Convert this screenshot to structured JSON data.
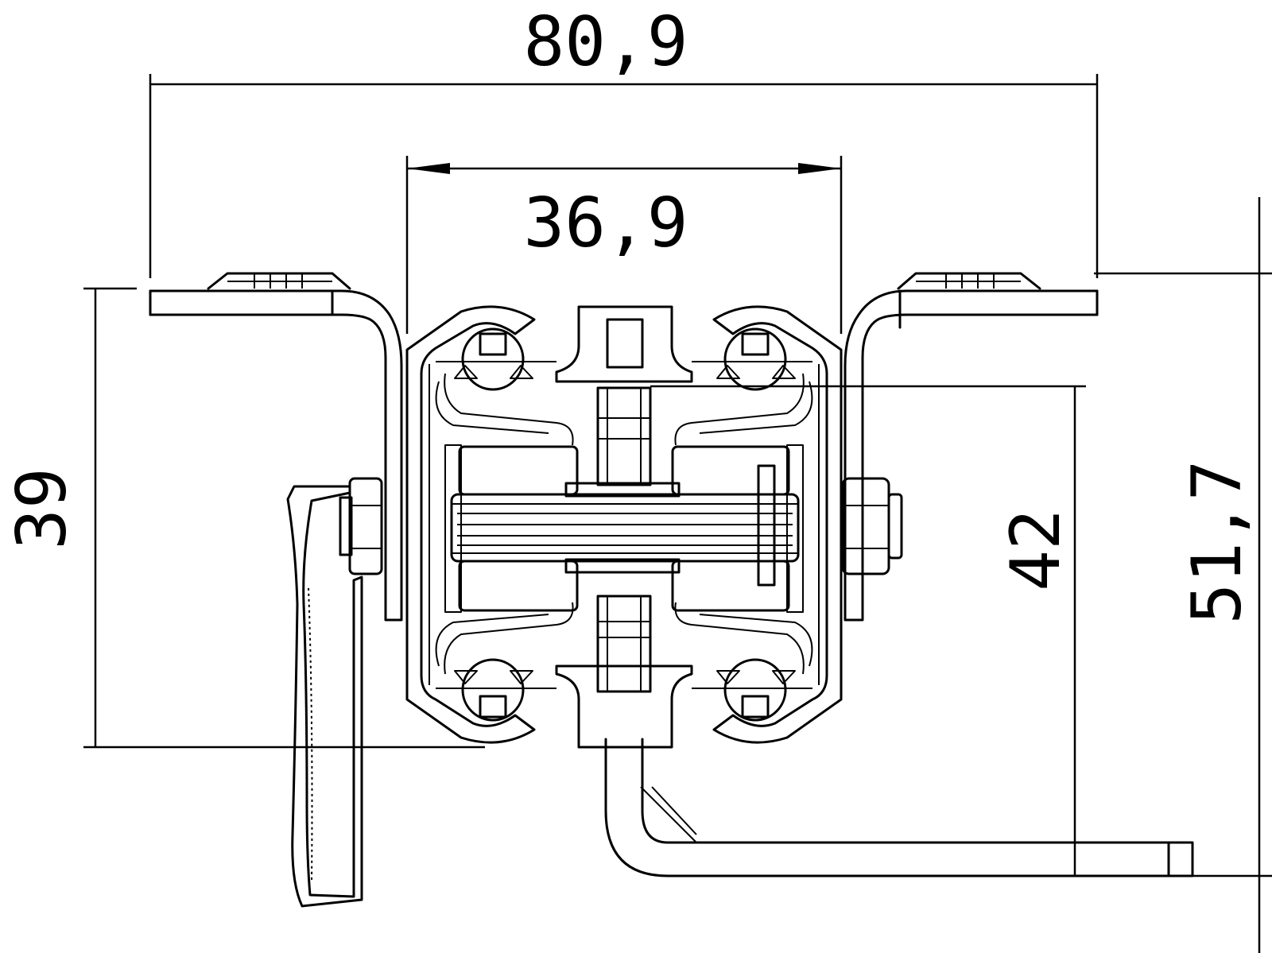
{
  "dimensions": {
    "overall_width": "80,9",
    "inner_width": "36,9",
    "left_height": "39",
    "center_height": "42",
    "right_height": "51,7"
  }
}
